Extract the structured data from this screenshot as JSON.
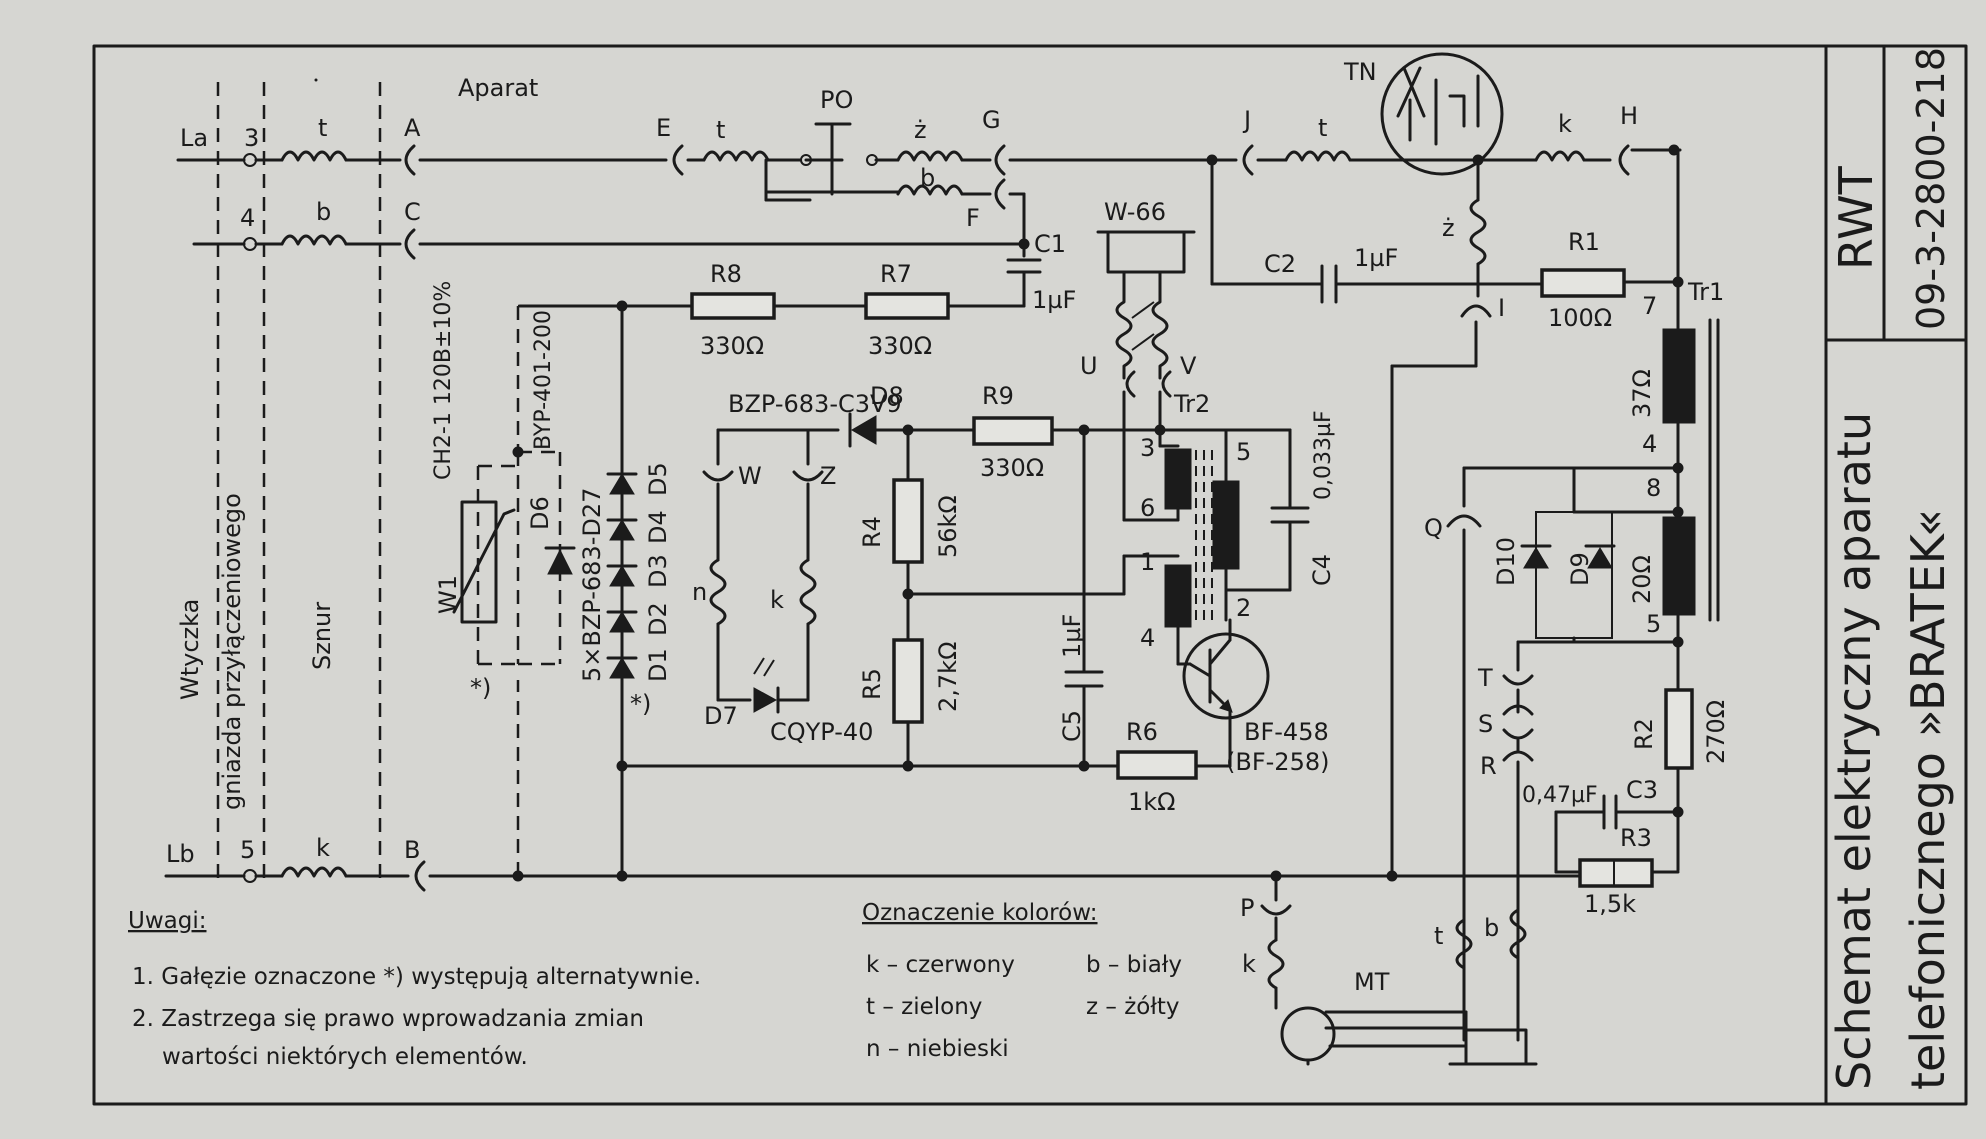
{
  "labels": {
    "aparat": "Aparat",
    "wtyczka": "Wtyczka",
    "gniazda": "gniazda przyłączeniowego",
    "sznur": "Sznur",
    "La": "La",
    "Lb": "Lb",
    "n3": "3",
    "n4": "4",
    "n5": "5",
    "t1": "t",
    "b1": "b",
    "k1": "k",
    "A": "A",
    "C": "C",
    "B": "B",
    "E": "E",
    "t2": "t",
    "PO": "PO",
    "z1": "ż",
    "b2": "b",
    "G": "G",
    "F": "F",
    "C1": "C1",
    "C1v": "1µF",
    "R8": "R8",
    "R8v": "330Ω",
    "R7": "R7",
    "R7v": "330Ω",
    "W66": "W-66",
    "U": "U",
    "V": "V",
    "J": "J",
    "t3": "t",
    "TN": "TN",
    "k2": "k",
    "H": "H",
    "C2": "C2",
    "C2v": "1µF",
    "z2": "ż",
    "I": "I",
    "R1": "R1",
    "R1v": "100Ω",
    "n7": "7",
    "Tr1": "Tr1",
    "ohm37": "37Ω",
    "n4b": "4",
    "n8": "8",
    "Q": "Q",
    "D10": "D10",
    "D9": "D9",
    "ohm20": "20Ω",
    "n5b": "5",
    "T": "T",
    "S": "S",
    "R": "R",
    "R2": "R2",
    "R2v": "270Ω",
    "C3v": "0,47µF",
    "C3": "C3",
    "R3": "R3",
    "R3v": "1,5k",
    "P": "P",
    "k3": "k",
    "MT": "MT",
    "t4": "t",
    "b3": "b",
    "BZP683C3V9": "BZP-683-C3V9",
    "D8": "D8",
    "R9": "R9",
    "R9v": "330Ω",
    "W": "W",
    "Z": "Z",
    "n_col": "n",
    "k_col": "k",
    "D7": "D7",
    "CQYP40": "CQYP-40",
    "R4": "R4",
    "R4v": "56kΩ",
    "R5": "R5",
    "R5v": "2,7kΩ",
    "C5": "C5",
    "C5v": "1µF",
    "R6": "R6",
    "R6v": "1kΩ",
    "Tr2": "Tr2",
    "tr3": "3",
    "tr5": "5",
    "tr6": "6",
    "tr1": "1",
    "tr4": "4",
    "tr2": "2",
    "C4": "C4",
    "C4v": "0,033µF",
    "BF458": "BF-458",
    "BF258": "(BF-258)",
    "W1": "W1",
    "CH21": "CH2-1 120B±10%",
    "D6": "D6",
    "BYP": "BYP-401-200",
    "zener": "5×BZP-683-D27",
    "D1": "D1",
    "D2": "D2",
    "D3": "D3",
    "D4": "D4",
    "D5": "D5",
    "star": "*)"
  },
  "notes": {
    "header": "Uwagi:",
    "item1": "1. Gałęzie oznaczone *) występują alternatywnie.",
    "item2a": "2. Zastrzega się prawo wprowadzania zmian",
    "item2b": "wartości niektórych elementów."
  },
  "colors": {
    "header": "Oznaczenie kolorów:",
    "k": "k – czerwony",
    "t": "t – zielony",
    "n": "n – niebieski",
    "b": "b – biały",
    "z": "z – żółty"
  },
  "title_block": {
    "org": "RWT",
    "number": "09-3-2800-218",
    "title_line1": "Schemat elektryczny aparatu",
    "title_line2": "telefonicznego »BRATEK«"
  }
}
